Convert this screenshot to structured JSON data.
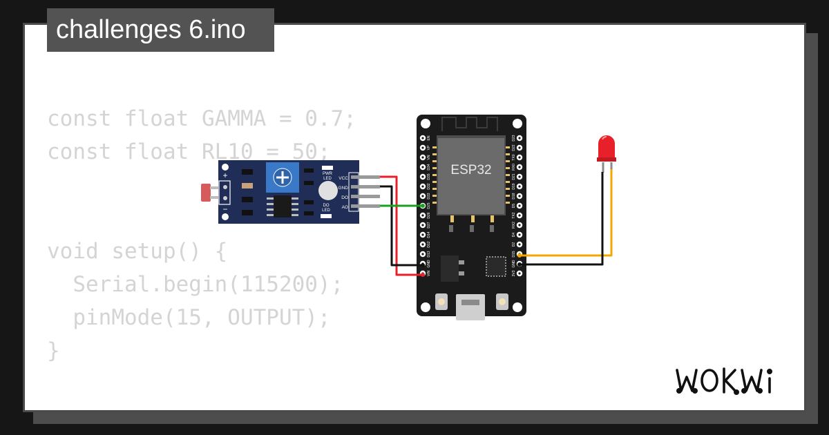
{
  "project": {
    "title": "challenges 6.ino"
  },
  "code_lines": [
    "const float GAMMA = 0.7;",
    "const float RL10 = 50;",
    "",
    "",
    "void setup() {",
    "  Serial.begin(115200);",
    "  pinMode(15, OUTPUT);",
    "}"
  ],
  "sensor_module": {
    "name": "photoresistor-sensor",
    "plus_label": "+",
    "minus_label": "−",
    "pwr_led_label_1": "PWR",
    "pwr_led_label_2": "LED",
    "do_led_label_1": "DO",
    "do_led_label_2": "LED",
    "pins": [
      "VCC",
      "GND",
      "DO",
      "AO"
    ],
    "board_color": "#1f2d57"
  },
  "esp32": {
    "chip_label": "ESP32",
    "left_pins": [
      "EN",
      "VP",
      "VN",
      "D34",
      "D35",
      "D32",
      "D33",
      "D25",
      "D26",
      "D27",
      "D14",
      "D12",
      "D13",
      "GND",
      "VIN"
    ],
    "right_pins": [
      "D23",
      "D22",
      "TX0",
      "RX0",
      "D21",
      "D19",
      "D18",
      "D5",
      "TX2",
      "RX2",
      "D4",
      "D2",
      "D15",
      "GND",
      "3V3"
    ]
  },
  "led": {
    "color": "#e8202a"
  },
  "wire_colors": {
    "red": "#e8202a",
    "black": "#111111",
    "green": "#19a11d",
    "orange": "#f5a700"
  },
  "brand": {
    "logo_text": "WOKWi"
  }
}
